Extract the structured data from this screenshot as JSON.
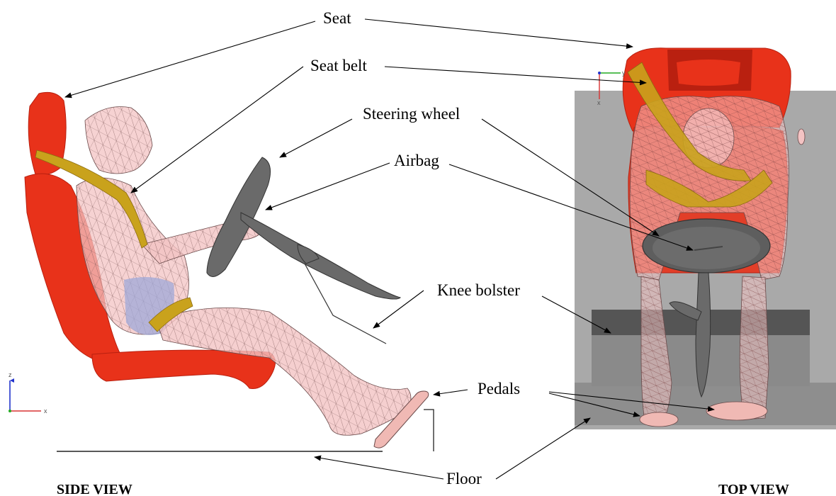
{
  "labels": {
    "seat": "Seat",
    "seat_belt": "Seat belt",
    "steering_wheel": "Steering wheel",
    "airbag": "Airbag",
    "knee_bolster": "Knee bolster",
    "pedals": "Pedals",
    "floor": "Floor"
  },
  "views": {
    "side": "SIDE VIEW",
    "top": "TOP VIEW"
  },
  "axes": {
    "side_vertical": "z",
    "side_horizontal": "x",
    "top_horizontal": "y",
    "top_vertical": "x"
  },
  "colors": {
    "seat": "#e8321a",
    "seat_dark": "#b92010",
    "occupant": "#f3c3c3",
    "belt": "#c9a21c",
    "steering": "#5e5e5e",
    "airbag_blue": "#9fa8d8",
    "panel_light": "#a9a9a9",
    "panel_dark": "#555555",
    "pedal": "#f0b9b4"
  }
}
